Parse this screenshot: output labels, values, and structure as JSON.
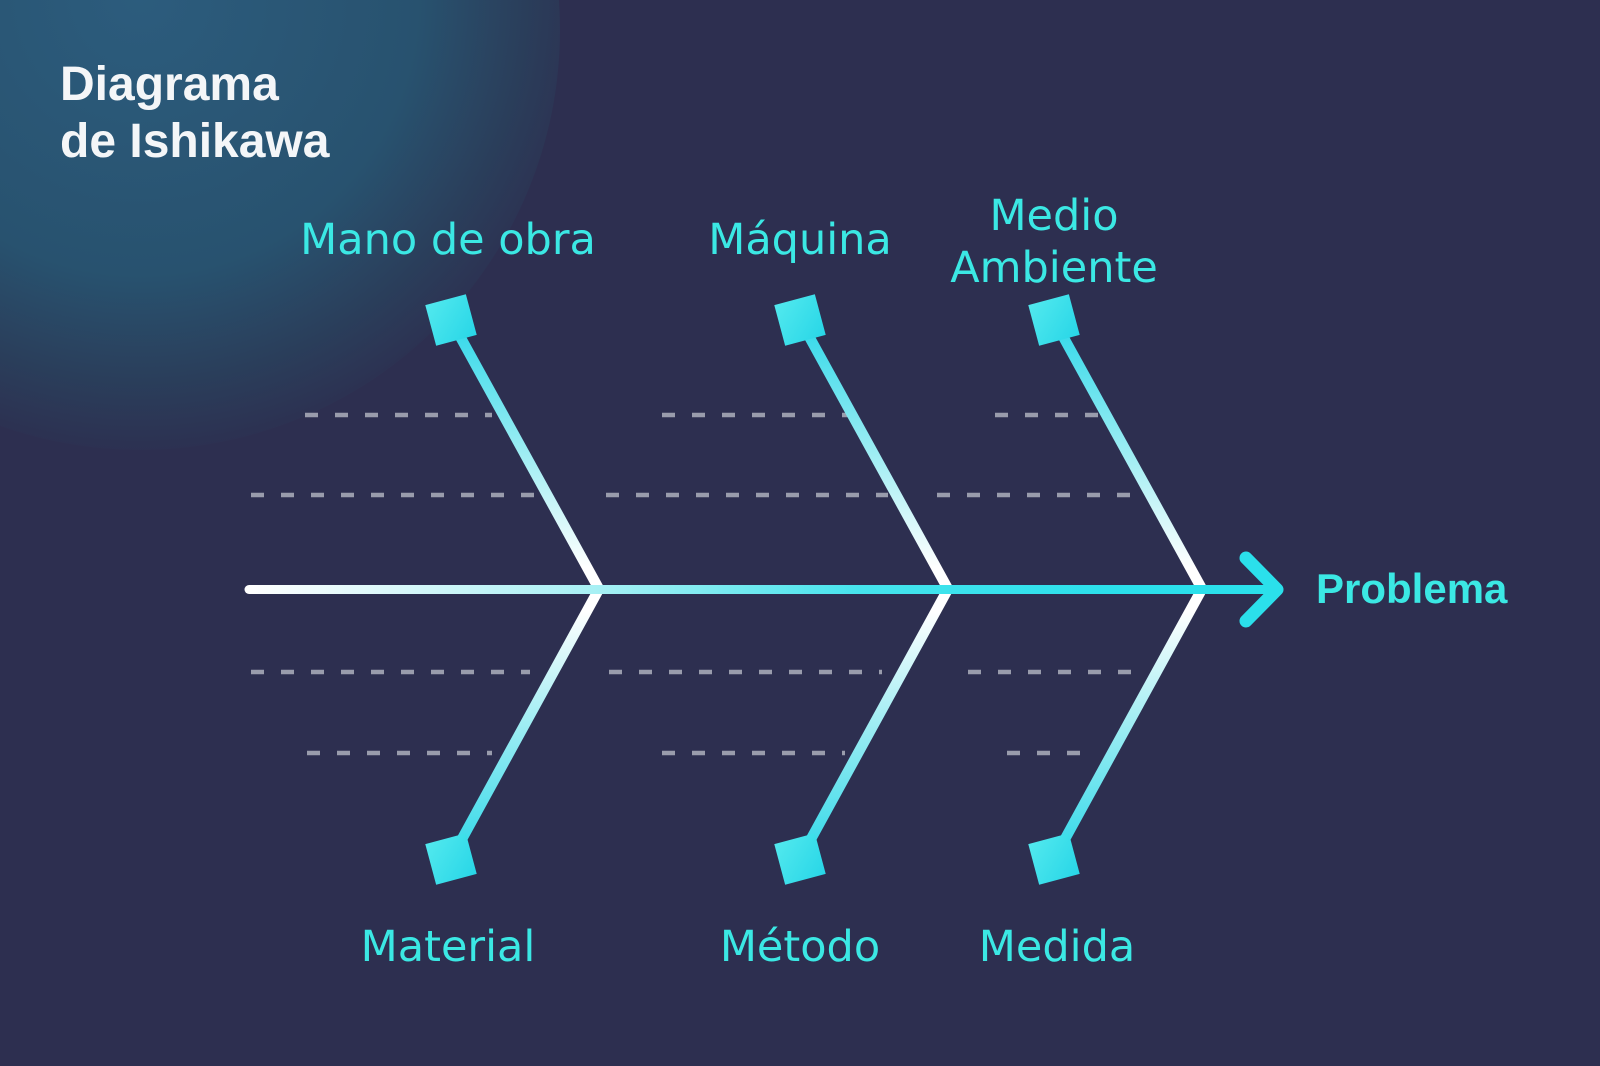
{
  "page": {
    "title_line1": "Diagrama",
    "title_line2": "de Ishikawa"
  },
  "diagram": {
    "type": "fishbone-ishikawa",
    "problem_label": "Problema",
    "causes_top": [
      "Mano de obra",
      "Máquina",
      "Medio Ambiente"
    ],
    "causes_bottom": [
      "Material",
      "Método",
      "Medida"
    ]
  },
  "colors": {
    "background": "#2D2F50",
    "accent_cyan": "#2BE0EB",
    "text_cyan": "#3BE8E4",
    "diamond_cyan": "#2FD9E9",
    "line_white": "#FFFFFF",
    "dash_gray": "#999CAC",
    "title_white": "#F4F6F8",
    "circle_blue": "#2B5B7C"
  }
}
